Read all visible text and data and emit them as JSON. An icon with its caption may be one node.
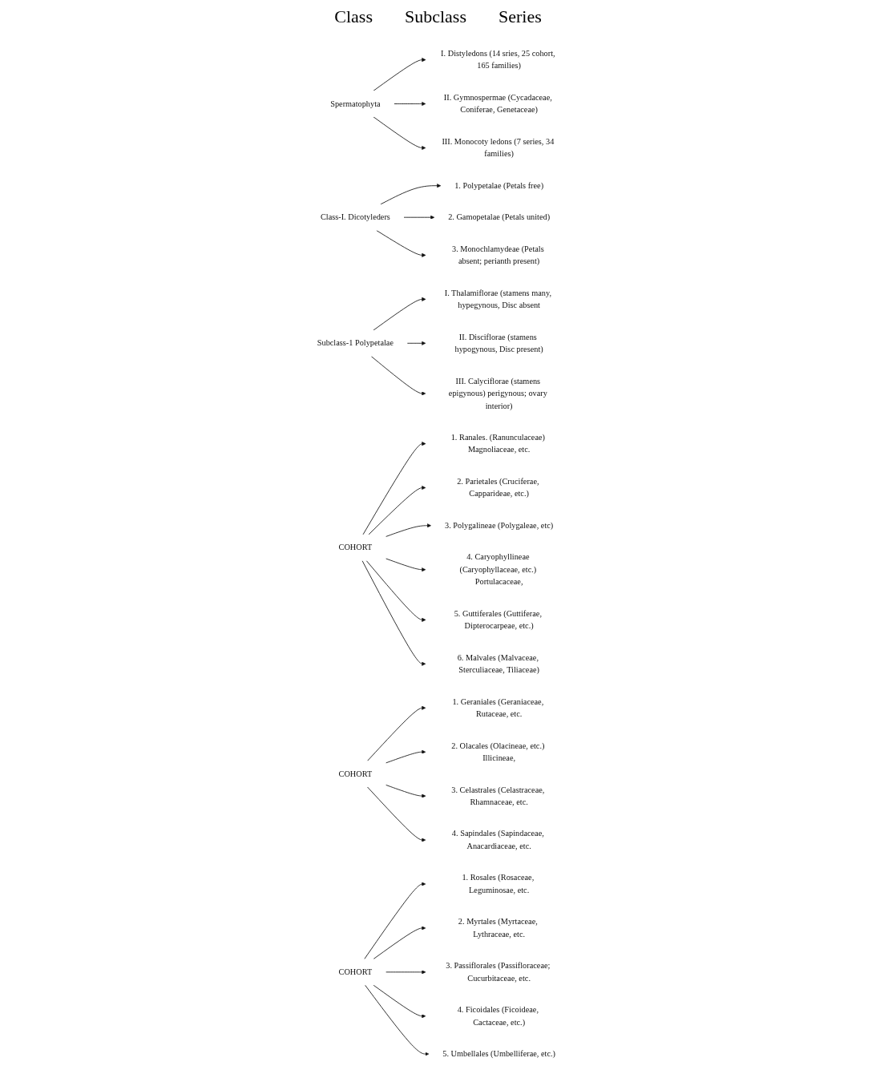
{
  "diagram": {
    "nodes": [
      {
        "text": [
          "Spermatophyta"
        ]
      },
      {
        "text": [
          "I. Distyledons (14 sries, 25 cohort, 165 families)"
        ]
      },
      {
        "text": [
          "II. Gymnospermae (Cycadaceae, Coniferae, Genetaceae)"
        ]
      },
      {
        "text": [
          "III. Monocoty ledons (7 series, 34 families)"
        ]
      },
      {
        "text": [
          "Class-I. Dicotyleders"
        ]
      },
      {
        "text": [
          "1. Polypetalae (Petals free)"
        ]
      },
      {
        "text": [
          "2. Gamopetalae (Petals united)"
        ]
      },
      {
        "text": [
          "3. Monochlamydeae (Petals absent; perianth present)"
        ]
      },
      {
        "text": [
          "Subclass-1 Polypetalae"
        ]
      },
      {
        "text": [
          "I. Thalamiflorae (stamens many, hypegynous, Disc absent"
        ]
      },
      {
        "text": [
          "II. Disciflorae (stamens hypogynous, Disc present)"
        ]
      },
      {
        "text": [
          "III. Calyciflorae (stamens epigynous) perigynous; ovary interior)"
        ]
      },
      {
        "text": [
          "COHORT"
        ]
      },
      {
        "text": [
          "1. Ranales. (Ranunculaceae) Magnoliaceae, etc."
        ]
      },
      {
        "text": [
          "2. Parietales (Cruciferae, Capparideae, etc.)"
        ]
      },
      {
        "text": [
          "3. Polygalineae (Polygaleae, etc)"
        ]
      },
      {
        "text": [
          "4. Caryophyllineae (Caryophyllaceae, etc.) Portulacaceae,"
        ]
      },
      {
        "text": [
          "5. Guttiferales (Guttiferae, Dipterocarpeae, etc.)"
        ]
      },
      {
        "text": [
          "6. Malvales (Malvaceae, Sterculiaceae, Tiliaceae)"
        ]
      },
      {
        "text": [
          "COHORT"
        ]
      },
      {
        "text": [
          "1. Geraniales (Geraniaceae, Rutaceae, etc."
        ]
      },
      {
        "text": [
          "2. Olacales (Olacineae, etc.) Illicineae,"
        ]
      },
      {
        "text": [
          "3. Celastrales (Celastraceae, Rhamnaceae, etc."
        ]
      },
      {
        "text": [
          "4. Sapindales (Sapindaceae, Anacardiaceae, etc."
        ]
      },
      {
        "text": [
          "COHORT"
        ]
      },
      {
        "text": [
          "1. Rosales (Rosaceae, Leguminosae, etc."
        ]
      },
      {
        "text": [
          "2. Myrtales (Myrtaceae, Lythraceae, etc."
        ]
      },
      {
        "text": [
          "3. Passiflorales (Passifloraceae; Cucurbitaceae, etc."
        ]
      },
      {
        "text": [
          "4. Ficoidales (Ficoideae, Cactaceae, etc.)"
        ]
      },
      {
        "text": [
          "5. Umbellales (Umbelliferae, etc.)"
        ]
      }
    ],
    "edges": [
      {
        "from": 0,
        "to": 1,
        "arrow": "to"
      },
      {
        "from": 0,
        "to": 2,
        "arrow": "to"
      },
      {
        "from": 0,
        "to": 3,
        "arrow": "to"
      },
      {
        "from": 4,
        "to": 5,
        "arrow": "to"
      },
      {
        "from": 4,
        "to": 6,
        "arrow": "to"
      },
      {
        "from": 4,
        "to": 7,
        "arrow": "to"
      },
      {
        "from": 8,
        "to": 9,
        "arrow": "to"
      },
      {
        "from": 8,
        "to": 10,
        "arrow": "to"
      },
      {
        "from": 8,
        "to": 11,
        "arrow": "to"
      },
      {
        "from": 12,
        "to": 13,
        "arrow": "to"
      },
      {
        "from": 12,
        "to": 14,
        "arrow": "to"
      },
      {
        "from": 12,
        "to": 15,
        "arrow": "to"
      },
      {
        "from": 12,
        "to": 16,
        "arrow": "to"
      },
      {
        "from": 12,
        "to": 17,
        "arrow": "to"
      },
      {
        "from": 12,
        "to": 18,
        "arrow": "to"
      },
      {
        "from": 19,
        "to": 20,
        "arrow": "to"
      },
      {
        "from": 19,
        "to": 21,
        "arrow": "to"
      },
      {
        "from": 19,
        "to": 22,
        "arrow": "to"
      },
      {
        "from": 19,
        "to": 23,
        "arrow": "to"
      },
      {
        "from": 24,
        "to": 25,
        "arrow": "to"
      },
      {
        "from": 24,
        "to": 26,
        "arrow": "to"
      },
      {
        "from": 24,
        "to": 27,
        "arrow": "to"
      },
      {
        "from": 24,
        "to": 28,
        "arrow": "to"
      },
      {
        "from": 24,
        "to": 29,
        "arrow": "to"
      }
    ],
    "labels": [
      "Class",
      "Subclass",
      "Series"
    ]
  }
}
